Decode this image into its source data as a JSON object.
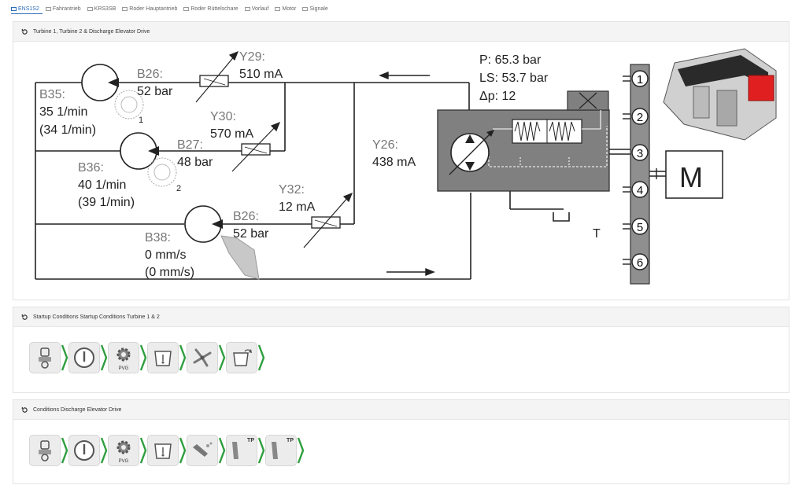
{
  "tabs": [
    {
      "label": "ENS1S2",
      "active": true
    },
    {
      "label": "Fahrantrieb",
      "active": false
    },
    {
      "label": "KRS3SB",
      "active": false
    },
    {
      "label": "Roder Hauptantrieb",
      "active": false
    },
    {
      "label": "Roder Rüttelschare",
      "active": false
    },
    {
      "label": "Vorlauf",
      "active": false
    },
    {
      "label": "Motor",
      "active": false
    },
    {
      "label": "Signale",
      "active": false
    }
  ],
  "diagram_panel": {
    "title": "Turbine 1, Turbine 2 & Discharge Elevator Drive",
    "labels": {
      "b26_top": "B26:",
      "b26_top_val": "52 bar",
      "y29": "Y29:",
      "y29_val": "510 mA",
      "b35": "B35:",
      "b35_val": "35 1/min",
      "b35_set": "(34 1/min)",
      "turbine1": "1",
      "y30": "Y30:",
      "y30_val": "570 mA",
      "b27": "B27:",
      "b27_val": "48 bar",
      "b36": "B36:",
      "b36_val": "40 1/min",
      "b36_set": "(39 1/min)",
      "turbine2": "2",
      "y32": "Y32:",
      "y32_val": "12 mA",
      "b26_bottom": "B26:",
      "b26_bottom_val": "52 bar",
      "b38": "B38:",
      "b38_val": "0 mm/s",
      "b38_set": "(0 mm/s)",
      "y26": "Y26:",
      "y26_val": "438 mA",
      "p": "P: 65.3 bar",
      "ls": "LS: 53.7 bar",
      "dp": "Δp: 12",
      "tank": "T",
      "motor": "M",
      "ports": [
        "1",
        "2",
        "3",
        "4",
        "5",
        "6"
      ]
    }
  },
  "startup_panel": {
    "title": "Startup Conditions Startup Conditions Turbine 1 & 2",
    "steps": [
      {
        "icon": "seat-icon",
        "sub": ""
      },
      {
        "icon": "power-icon",
        "sub": ""
      },
      {
        "icon": "pvg-gear-icon",
        "sub": "PVG"
      },
      {
        "icon": "hopper-icon",
        "sub": ""
      },
      {
        "icon": "turbine-icon",
        "sub": ""
      },
      {
        "icon": "hopper-arrow-icon",
        "sub": ""
      }
    ]
  },
  "discharge_panel": {
    "title": "Conditions Discharge Elevator Drive",
    "steps": [
      {
        "icon": "seat-icon",
        "sub": "",
        "tp": ""
      },
      {
        "icon": "power-icon",
        "sub": "",
        "tp": ""
      },
      {
        "icon": "pvg-gear-icon",
        "sub": "PVG",
        "tp": ""
      },
      {
        "icon": "hopper-icon",
        "sub": "",
        "tp": ""
      },
      {
        "icon": "elevator-icon",
        "sub": "",
        "tp": ""
      },
      {
        "icon": "elevator-tp-icon",
        "sub": "",
        "tp": "TP"
      },
      {
        "icon": "elevator-tp-icon",
        "sub": "",
        "tp": "TP"
      }
    ]
  },
  "colors": {
    "accent": "#2a6ebb",
    "chevron": "#2e9e3e",
    "block": "#7a7a7a",
    "bar": "#8f8f8f",
    "valve_red": "#e02020"
  }
}
